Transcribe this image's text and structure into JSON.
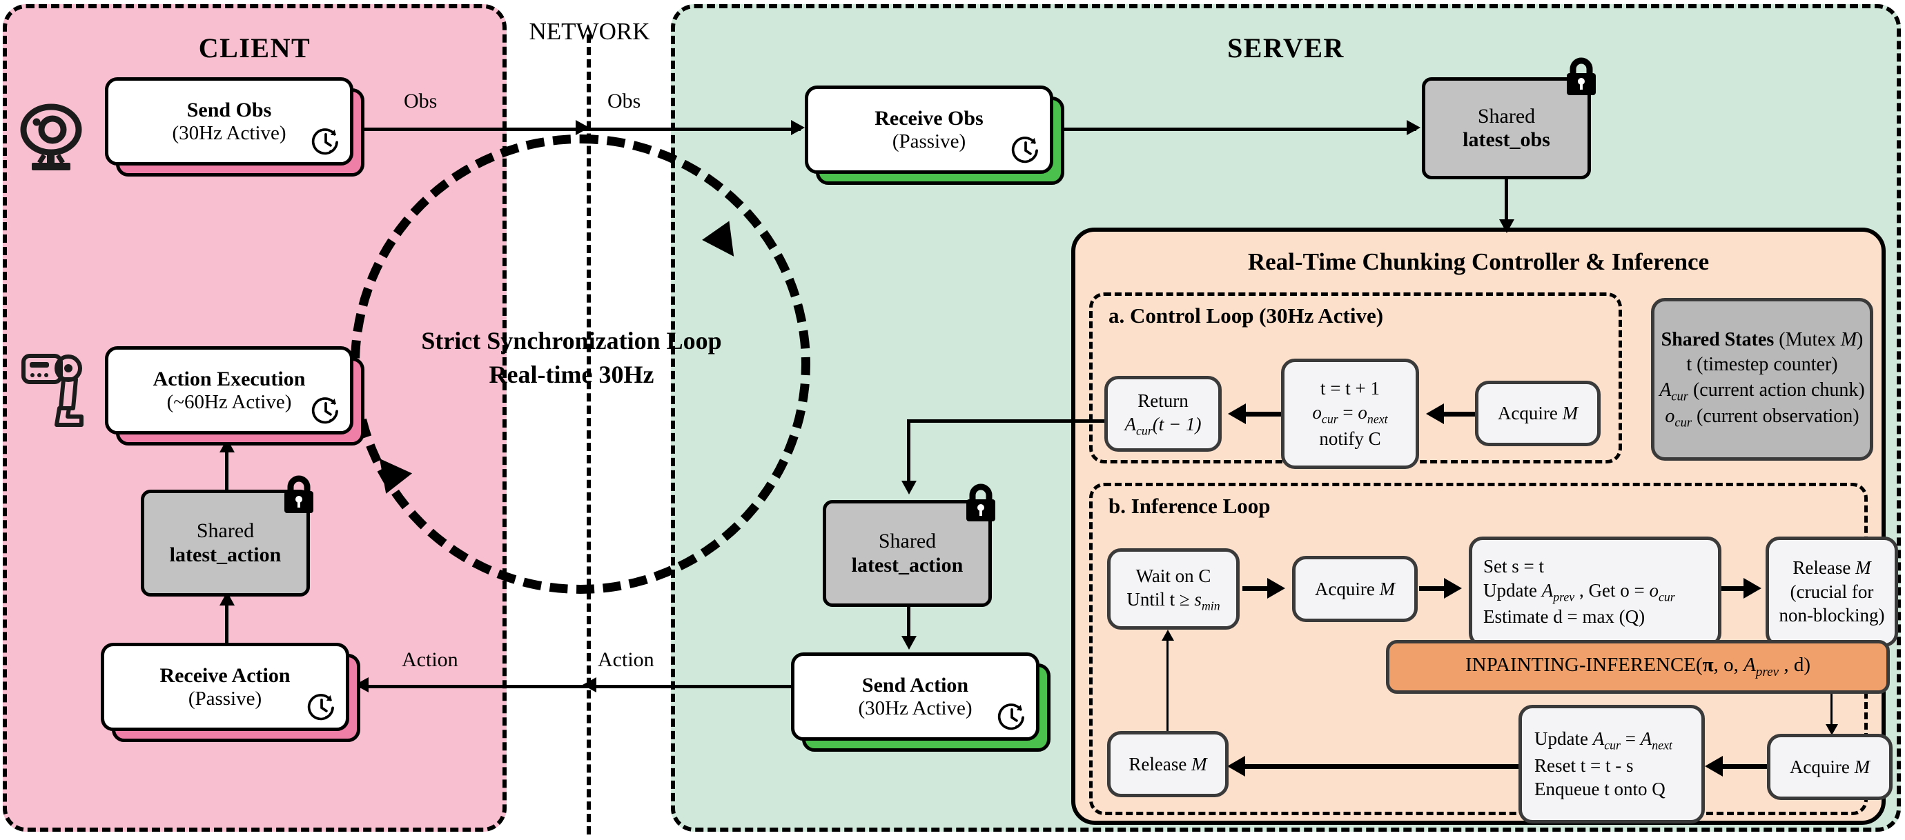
{
  "regions": {
    "client": {
      "title": "CLIENT",
      "color": "#f7bfd0"
    },
    "network": {
      "title": "NETWORK"
    },
    "server": {
      "title": "SERVER",
      "color": "#cfe8d9"
    }
  },
  "sync_loop": {
    "line1": "Strict Synchronization Loop",
    "line2": "Real-time 30Hz"
  },
  "client_nodes": {
    "send_obs": {
      "title": "Send Obs",
      "subtitle": "(30Hz Active)",
      "icon": "webcam-icon",
      "clock": "clock-icon"
    },
    "action_execution": {
      "title": "Action Execution",
      "subtitle": "(~60Hz Active)",
      "icon": "robot-arm-icon",
      "clock": "clock-icon"
    },
    "shared_latest_action": {
      "line1": "Shared",
      "line2": "latest_action",
      "lock": "lock-icon"
    },
    "receive_action": {
      "title": "Receive Action",
      "subtitle": "(Passive)",
      "clock": "clock-icon"
    }
  },
  "server_nodes": {
    "receive_obs": {
      "title": "Receive Obs",
      "subtitle": "(Passive)",
      "clock": "clock-icon"
    },
    "shared_latest_obs": {
      "line1": "Shared",
      "line2": "latest_obs",
      "lock": "lock-icon"
    },
    "shared_latest_action": {
      "line1": "Shared",
      "line2": "latest_action",
      "lock": "lock-icon"
    },
    "send_action": {
      "title": "Send Action",
      "subtitle": "(30Hz Active)",
      "clock": "clock-icon"
    }
  },
  "edge_labels": {
    "obs_client": "Obs",
    "obs_server": "Obs",
    "action_client": "Action",
    "action_server": "Action"
  },
  "controller": {
    "title": "Real-Time Chunking Controller & Inference",
    "color": "#fde0cb",
    "control_loop": {
      "subtitle": "a.  Control Loop (30Hz Active)",
      "boxes": [
        {
          "name": "return",
          "lines": [
            "Return",
            "A_cur(t − 1)"
          ]
        },
        {
          "name": "update-t",
          "lines": [
            "t = t + 1",
            "o_cur = o_next",
            "notify C"
          ]
        },
        {
          "name": "acquire-mutex",
          "lines": [
            "Acquire M"
          ]
        }
      ]
    },
    "shared_states": {
      "title_bold": "Shared States",
      "title_rest": " (Mutex M)",
      "lines": [
        "t (timestep counter)",
        "A_cur (current action chunk)",
        "o_cur (current observation)"
      ]
    },
    "inference_loop": {
      "subtitle": "b.  Inference Loop",
      "boxes": [
        {
          "name": "wait-on-c",
          "lines": [
            "Wait on C",
            "Until t ≥ s_min"
          ]
        },
        {
          "name": "acquire-mutex-1",
          "lines": [
            "Acquire M"
          ]
        },
        {
          "name": "set-update-estimate",
          "lines": [
            "Set s = t",
            "Update A_prev , Get o = o_cur",
            "Estimate d = max (Q)"
          ]
        },
        {
          "name": "release-mutex-crucial",
          "lines": [
            "Release M",
            "(crucial for",
            "non-blocking)"
          ]
        },
        {
          "name": "inpainting-inference",
          "lines": [
            "INPAINTING-INFERENCE(π, o, A_prev , d)"
          ]
        },
        {
          "name": "acquire-mutex-2",
          "lines": [
            "Acquire M"
          ]
        },
        {
          "name": "update-reset-enqueue",
          "lines": [
            "Update A_cur = A_next",
            "Reset t = t - s",
            "Enqueue t onto Q"
          ]
        },
        {
          "name": "release-mutex",
          "lines": [
            "Release M"
          ]
        }
      ]
    }
  }
}
